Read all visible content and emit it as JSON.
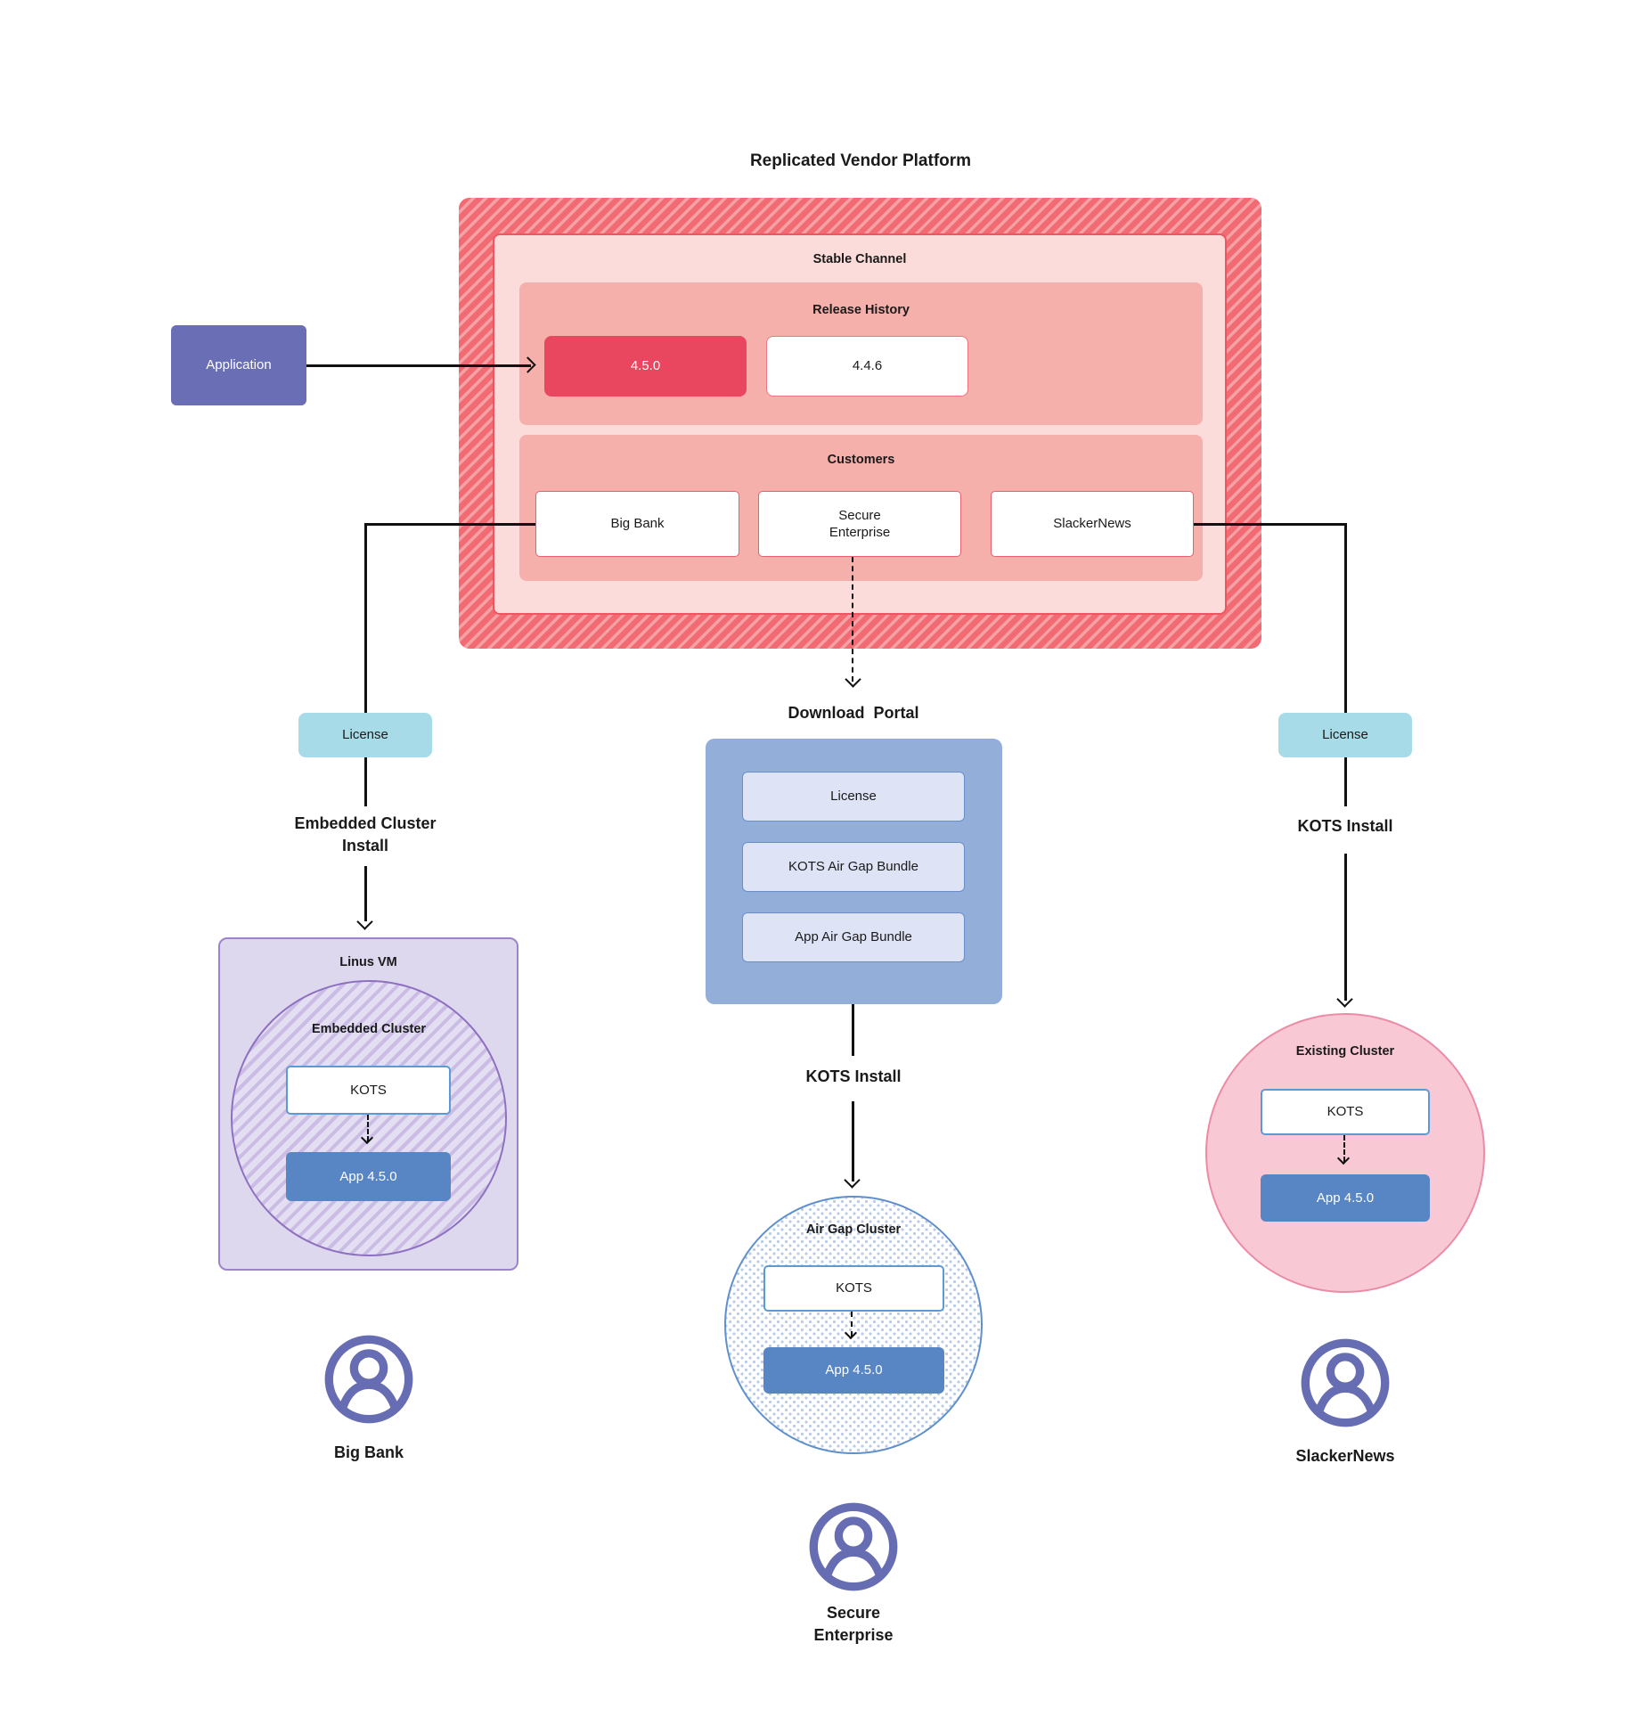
{
  "title": "Replicated Vendor Platform",
  "platform": {
    "stable_channel_label": "Stable Channel",
    "release_history": {
      "label": "Release History",
      "current_release": "4.5.0",
      "previous_release": "4.4.6"
    },
    "customers": {
      "label": "Customers",
      "items": [
        "Big Bank",
        "Secure Enterprise",
        "SlackerNews"
      ]
    }
  },
  "application_label": "Application",
  "left_flow": {
    "license_label": "License",
    "install_method": "Embedded Cluster Install",
    "vm_label": "Linus VM",
    "cluster_label": "Embedded Cluster",
    "kots_label": "KOTS",
    "app_label": "App 4.5.0",
    "customer_name": "Big Bank"
  },
  "center_flow": {
    "portal_label": "Download  Portal",
    "portal_items": [
      "License",
      "KOTS Air Gap Bundle",
      "App Air Gap Bundle"
    ],
    "install_method": "KOTS Install",
    "cluster_label": "Air Gap Cluster",
    "kots_label": "KOTS",
    "app_label": "App 4.5.0",
    "customer_name": "Secure Enterprise"
  },
  "right_flow": {
    "license_label": "License",
    "install_method": "KOTS Install",
    "cluster_label": "Existing Cluster",
    "kots_label": "KOTS",
    "app_label": "App 4.5.0",
    "customer_name": "SlackerNews"
  },
  "icons": {
    "user_icon": "user-icon"
  },
  "colors": {
    "release_red": "#e9475f",
    "hatch_base": "#f26b72",
    "hatch_stripe": "#f6a1a5",
    "panel_pink": "#fcdcda",
    "section_pink": "#f6b0ab",
    "application_purple": "#6a6eb5",
    "license_teal": "#a7dbe7",
    "portal_blue": "#93aed9",
    "portal_item_blue": "#dfe3f6",
    "app_blue": "#5886c5",
    "vm_purple": "#ded8ef",
    "existing_cluster_pink": "#f8c9d5",
    "user_icon_purple": "#666db2",
    "connector_black": "#111111"
  }
}
